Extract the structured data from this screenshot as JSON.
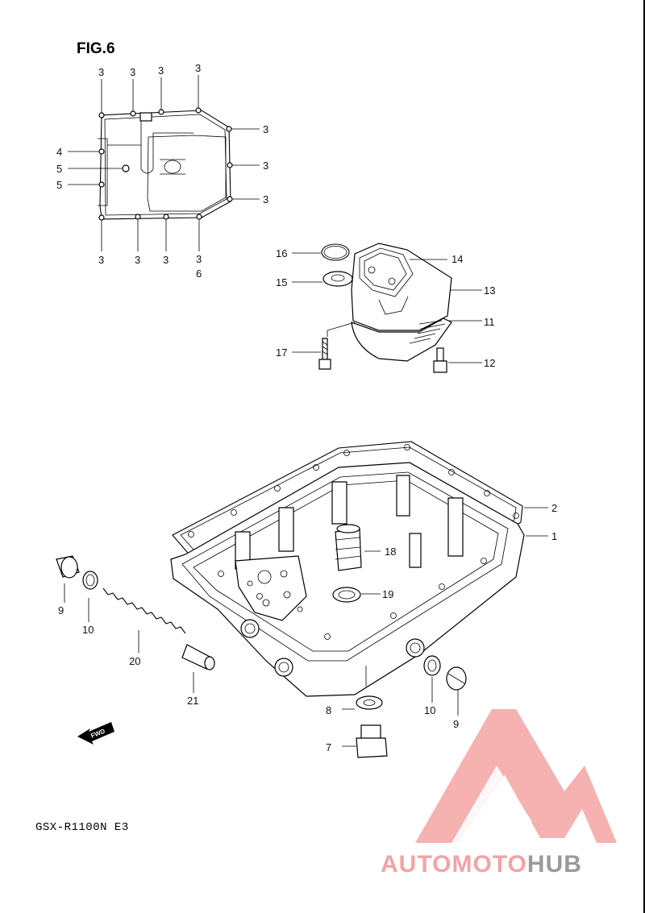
{
  "figure_title": "FIG.6",
  "model_code": "GSX-R1100N E3",
  "forward_marker": "FWD",
  "watermark": {
    "part1": "AUTOMOTO",
    "part2": "HUB",
    "color_primary": "#f4a3a3",
    "color_secondary": "#9a9a9a"
  },
  "gasket_labels": {
    "top": [
      "3",
      "3",
      "3",
      "3"
    ],
    "right": [
      "3",
      "3",
      "3"
    ],
    "left": [
      "4",
      "5",
      "5"
    ],
    "bottom": [
      "3",
      "3",
      "3",
      "3"
    ],
    "bottom_extra": "6"
  },
  "strainer_labels": [
    "16",
    "14",
    "15",
    "13",
    "11",
    "17",
    "12"
  ],
  "pan_labels": [
    "2",
    "1",
    "18",
    "19",
    "9",
    "10",
    "20",
    "21",
    "8",
    "10",
    "9",
    "7"
  ]
}
